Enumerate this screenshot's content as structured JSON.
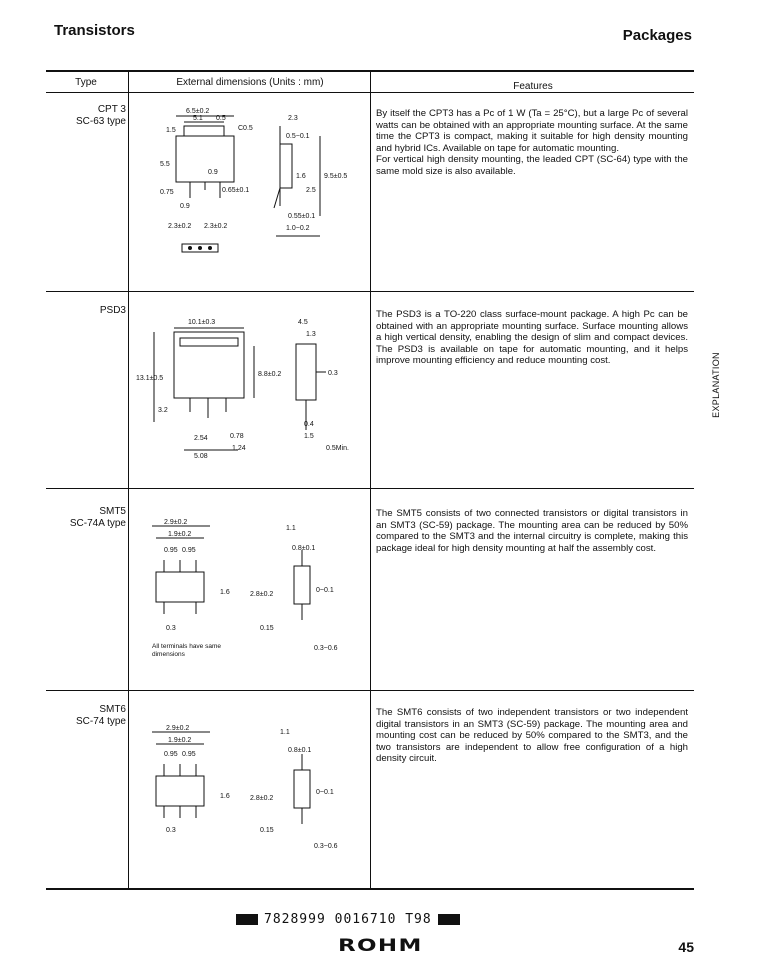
{
  "header": {
    "left": "Transistors",
    "right": "Packages"
  },
  "table": {
    "col_type": "Type",
    "col_dims": "External dimensions (Units : mm)",
    "col_features": "Features"
  },
  "rows": [
    {
      "type": [
        "CPT 3",
        "SC-63 type"
      ],
      "features": [
        "By itself the CPT3 has a Pc of 1 W (Ta = 25°C), but a large Pc of several watts can be obtained with an appropriate mounting surface. At the same time the CPT3 is compact, making it suitable for high density mounting and hybrid ICs. Available on tape for automatic mounting.",
        "For vertical high density mounting, the leaded CPT (SC-64) type with the same mold size is also available."
      ],
      "labels": [
        "6.5±0.2",
        "5.1",
        "0.5",
        "C0.5",
        "2.3",
        "0.5−0.1",
        "1.5",
        "5.5",
        "0.9",
        "0.75",
        "0.65±0.1",
        "0.9",
        "2.3±0.2",
        "2.3±0.2",
        "9.5±0.5",
        "1.6",
        "2.5",
        "0.55±0.1",
        "1.0−0.2"
      ]
    },
    {
      "type": [
        "PSD3"
      ],
      "features": [
        "The PSD3 is a TO-220 class surface-mount package. A high Pc can be obtained with an appropriate mounting surface. Surface mounting allows a high vertical density, enabling the design of slim and compact devices. The PSD3 is available on tape for automatic mounting, and it helps improve mounting efficiency and reduce mounting cost."
      ],
      "labels": [
        "10.1±0.3",
        "4.5",
        "1.3",
        "13.1±0.5",
        "8.8±0.2",
        "0.3",
        "3.2",
        "2.54",
        "0.78",
        "5.08",
        "1.24",
        "0.4",
        "1.5",
        "0.5Min."
      ]
    },
    {
      "type": [
        "SMT5",
        "SC-74A type"
      ],
      "features": [
        "The SMT5 consists of two connected transistors or digital transistors in an SMT3 (SC-59) package. The mounting area can be reduced by 50% compared to the SMT3 and the internal circuitry is complete, making this package ideal for high density mounting at half the assembly cost."
      ],
      "labels": [
        "2.9±0.2",
        "1.9±0.2",
        "0.95",
        "0.95",
        "1.1",
        "0.8±0.1",
        "1.6",
        "2.8±0.2",
        "0~0.1",
        "0.3",
        "0.15",
        "0.3~0.6"
      ],
      "note": [
        "All terminals have same",
        "dimensions"
      ]
    },
    {
      "type": [
        "SMT6",
        "SC-74 type"
      ],
      "features": [
        "The SMT6 consists of two independent transistors or two independent digital transistors in an SMT3 (SC-59) package. The mounting area and mounting cost can be reduced by 50% compared to the SMT3, and the two transistors are independent to allow free configuration of a high density circuit."
      ],
      "labels": [
        "2.9±0.2",
        "1.9±0.2",
        "0.95",
        "0.95",
        "1.1",
        "0.8±0.1",
        "1.6",
        "2.8±0.2",
        "0~0.1",
        "0.3",
        "0.15",
        "0.3~0.6"
      ]
    }
  ],
  "side_label": "EXPLANATION",
  "footer": {
    "barcode": "7828999 0016710 T98",
    "logo": "ROHM",
    "page": "45"
  }
}
